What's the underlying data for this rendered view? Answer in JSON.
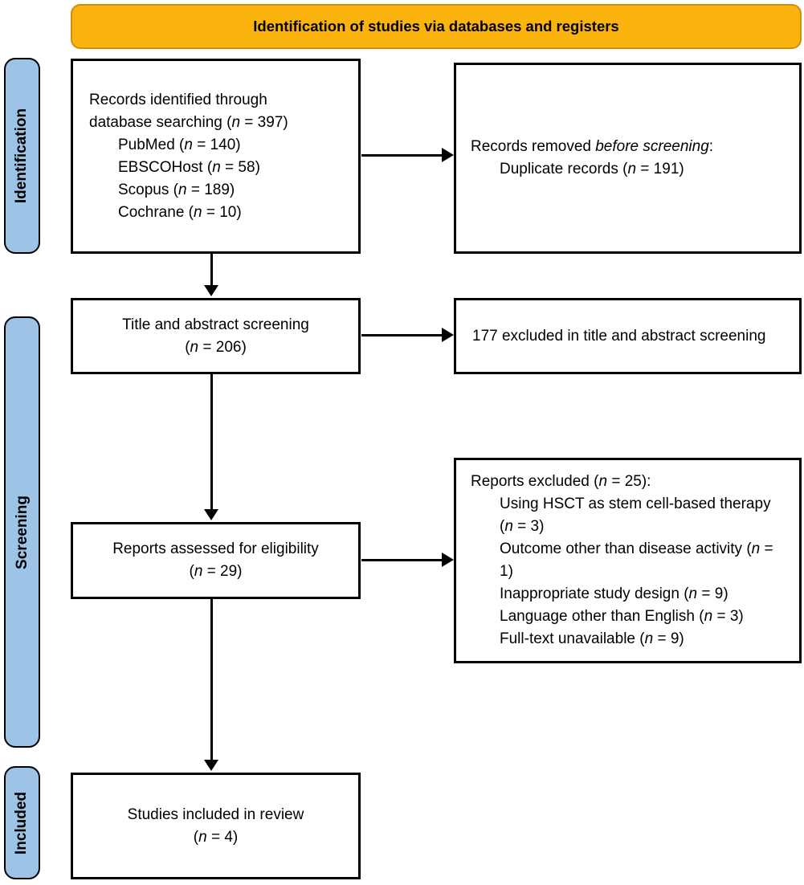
{
  "banner": {
    "title": "Identification of studies via databases and registers",
    "fill_color": "#FAB40D",
    "border_color": "#CE8E0E"
  },
  "sidebar": {
    "fill_color": "#9DC3E6",
    "stages": [
      {
        "label": "Identification"
      },
      {
        "label": "Screening"
      },
      {
        "label": "Included"
      }
    ]
  },
  "boxes": {
    "records_identified": {
      "lines": [
        "Records identified through",
        "database searching (*n* = 397)"
      ],
      "sources": [
        "PubMed (*n* = 140)",
        "EBSCOHost (*n* = 58)",
        "Scopus (*n* = 189)",
        "Cochrane (*n* = 10)"
      ]
    },
    "records_removed": {
      "header": "Records removed *before screening*:",
      "items": [
        "Duplicate records (*n* = 191)"
      ]
    },
    "title_abstract_screening": {
      "lines": [
        "Title and abstract screening",
        "(*n* = 206)"
      ]
    },
    "excluded_title_abstract": {
      "text": "177 excluded in title and abstract screening"
    },
    "reports_assessed": {
      "lines": [
        "Reports assessed for eligibility",
        "(*n* = 29)"
      ]
    },
    "reports_excluded": {
      "header": "Reports excluded (*n* = 25):",
      "items": [
        "Using HSCT as stem cell-based therapy (*n* = 3)",
        "Outcome other than disease activity (*n* = 1)",
        "Inappropriate study design (*n* = 9)",
        "Language other than English (*n* = 3)",
        "Full-text unavailable (*n* = 9)"
      ]
    },
    "studies_included": {
      "lines": [
        "Studies included in review",
        "(*n* = 4)"
      ]
    }
  }
}
